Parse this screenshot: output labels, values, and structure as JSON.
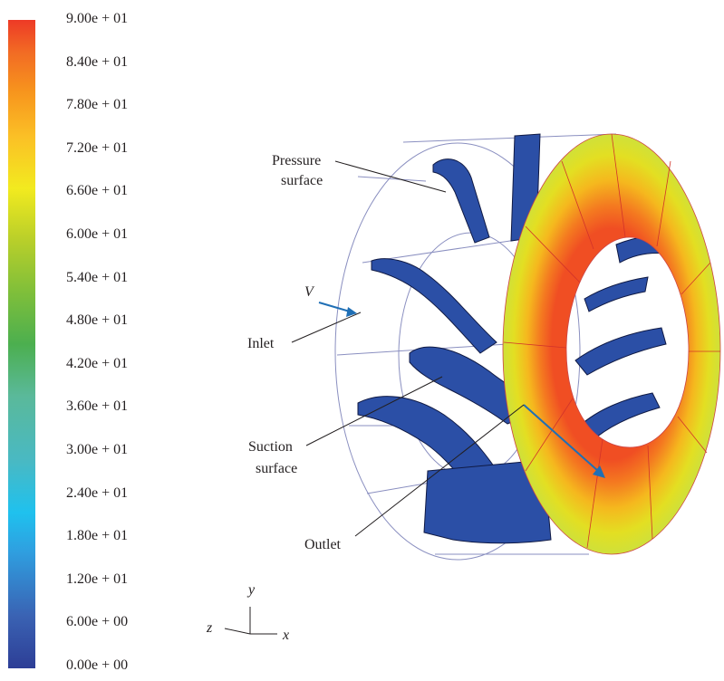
{
  "legend": {
    "ticks": [
      "9.00e + 01",
      "8.40e + 01",
      "7.80e + 01",
      "7.20e + 01",
      "6.60e + 01",
      "6.00e + 01",
      "5.40e + 01",
      "4.80e + 01",
      "4.20e + 01",
      "3.60e + 01",
      "3.00e + 01",
      "2.40e + 01",
      "1.80e + 01",
      "1.20e + 01",
      "6.00e + 00",
      "0.00e + 00"
    ],
    "min": 0,
    "max": 90,
    "colors": [
      "#2d3e96",
      "#3a62b3",
      "#2f9fe0",
      "#1fc1ee",
      "#49b9c3",
      "#5ab99a",
      "#4caf4f",
      "#7fbf3a",
      "#b8cf2a",
      "#f2ea1f",
      "#fbc026",
      "#f7941d",
      "#f26b24",
      "#ed3a26"
    ]
  },
  "annotations": {
    "pressure_surface_line1": "Pressure",
    "pressure_surface_line2": "surface",
    "velocity": "V",
    "inlet": "Inlet",
    "suction_surface_line1": "Suction",
    "suction_surface_line2": "surface",
    "outlet": "Outlet"
  },
  "axes": {
    "y": "y",
    "z": "z",
    "x": "x"
  },
  "colors": {
    "blade": "#2b4fa6",
    "wireframe": "#8a8fc0",
    "arrow": "#1f6fb5",
    "ring_outer": "#d9e21f",
    "ring_inner": "#f15a22"
  }
}
